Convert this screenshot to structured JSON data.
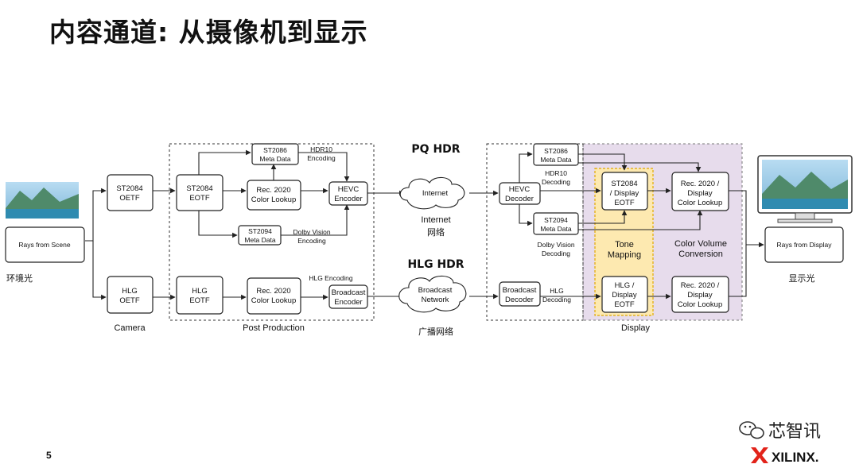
{
  "slide": {
    "title": "内容通道: 从摄像机到显示",
    "page_number": "5"
  },
  "colors": {
    "display_region_fill": "#e7dcec",
    "tone_mapping_fill": "#fde9b0",
    "tone_mapping_stroke": "#e0a800",
    "landscape_sky": "#8fc3e4",
    "landscape_mountain": "#4f8a6a",
    "landscape_water": "#2f8bb0"
  },
  "diagram": {
    "rays_from_scene": "Rays from Scene",
    "ambient_light": "环境光",
    "camera_label": "Camera",
    "post_production_label": "Post Production",
    "display_label": "Display",
    "pq_hdr_label": "PQ HDR",
    "hlg_hdr_label": "HLG HDR",
    "internet_label_en": "Internet",
    "internet_label_cn": "网络",
    "broadcast_label_cn": "广播网络",
    "display_light": "显示光",
    "rays_from_display": "Rays from Display",
    "tone_mapping": [
      "Tone",
      "Mapping"
    ],
    "color_volume_conversion": [
      "Color Volume",
      "Conversion"
    ],
    "hdr10_encoding": [
      "HDR10",
      "Encoding"
    ],
    "dolby_vision_encoding": [
      "Dolby Vision",
      "Encoding"
    ],
    "hlg_encoding": "HLG Encoding",
    "hdr10_decoding": [
      "HDR10",
      "Decoding"
    ],
    "dolby_vision_decoding": [
      "Dolby Vision",
      "Decoding"
    ],
    "hlg_decoding": [
      "HLG",
      "Decoding"
    ],
    "boxes": {
      "st2084_oetf": [
        "ST2084",
        "OETF"
      ],
      "hlg_oetf": [
        "HLG",
        "OETF"
      ],
      "st2084_eotf": [
        "ST2084",
        "EOTF"
      ],
      "hlg_eotf": [
        "HLG",
        "EOTF"
      ],
      "rec2020_lookup_pq": [
        "Rec. 2020",
        "Color Lookup"
      ],
      "rec2020_lookup_hlg": [
        "Rec. 2020",
        "Color Lookup"
      ],
      "st2086_enc": [
        "ST2086",
        "Meta Data"
      ],
      "st2094_enc": [
        "ST2094",
        "Meta Data"
      ],
      "hevc_encoder": [
        "HEVC",
        "Encoder"
      ],
      "broadcast_encoder": [
        "Broadcast",
        "Encoder"
      ],
      "internet_cloud": "Internet",
      "broadcast_cloud": [
        "Broadcast",
        "Network"
      ],
      "hevc_decoder": [
        "HEVC",
        "Decoder"
      ],
      "broadcast_decoder": [
        "Broadcast",
        "Decoder"
      ],
      "st2086_dec": [
        "ST2086",
        "Meta Data"
      ],
      "st2094_dec": [
        "ST2094",
        "Meta Data"
      ],
      "st2084_display_eotf": [
        "ST2084",
        "/ Display",
        "EOTF"
      ],
      "hlg_display_eotf": [
        "HLG /",
        "Display",
        "EOTF"
      ],
      "rec2020_display_pq": [
        "Rec. 2020 /",
        "Display",
        "Color Lookup"
      ],
      "rec2020_display_hlg": [
        "Rec. 2020 /",
        "Display",
        "Color Lookup"
      ]
    }
  },
  "watermark": {
    "wechat_name": "芯智讯",
    "brand": "XILINX."
  }
}
